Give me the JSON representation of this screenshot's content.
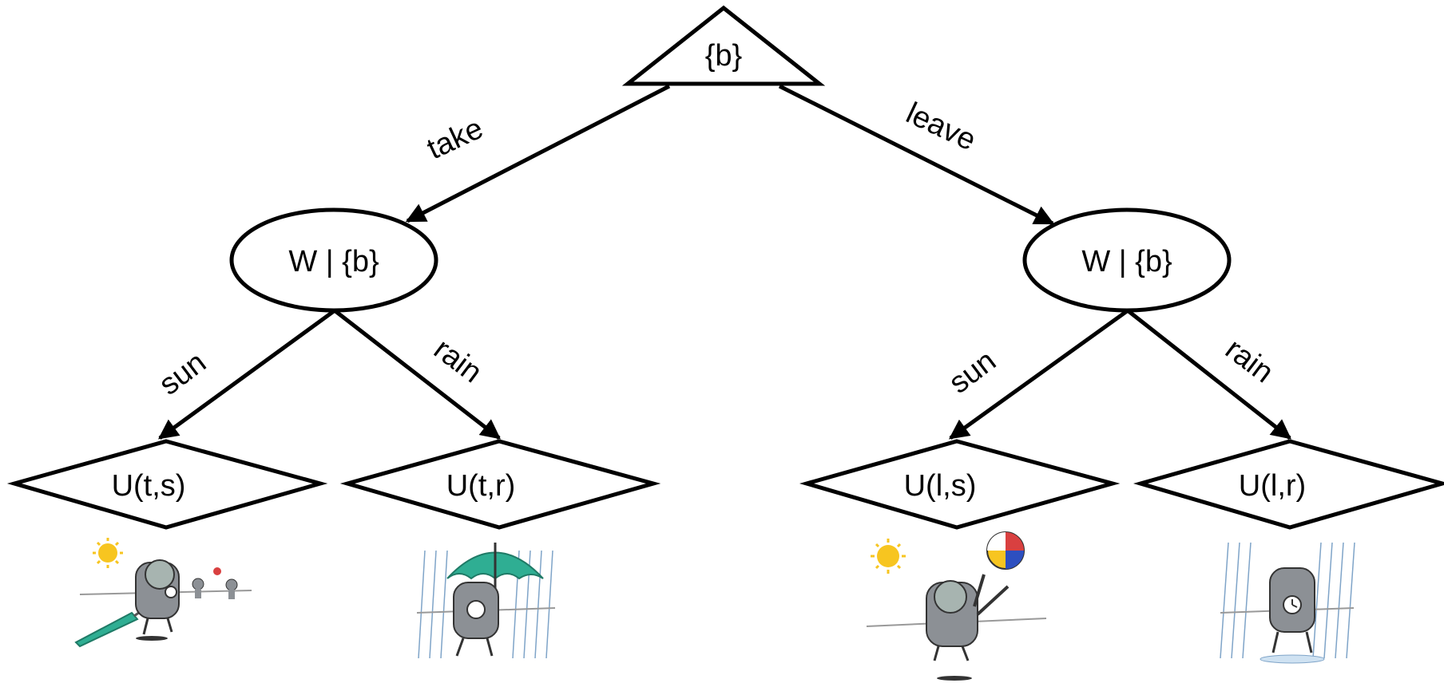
{
  "root": {
    "label": "{b}"
  },
  "branches": [
    {
      "action_label": "take",
      "chance_label": "W | {b}",
      "outcomes": [
        {
          "edge_label": "sun",
          "utility_label": "U(t,s)",
          "illustration": "robot-sun-dropped-umbrella-icon"
        },
        {
          "edge_label": "rain",
          "utility_label": "U(t,r)",
          "illustration": "robot-rain-with-umbrella-icon"
        }
      ]
    },
    {
      "action_label": "leave",
      "chance_label": "W | {b}",
      "outcomes": [
        {
          "edge_label": "sun",
          "utility_label": "U(l,s)",
          "illustration": "robot-sun-beach-ball-icon"
        },
        {
          "edge_label": "rain",
          "utility_label": "U(l,r)",
          "illustration": "robot-rain-no-umbrella-icon"
        }
      ]
    }
  ],
  "colors": {
    "stroke": "#000000",
    "sun": "#f7c520",
    "umbrella": "#2fae93",
    "robot": "#8c9095",
    "rain": "#7fa4c8"
  }
}
